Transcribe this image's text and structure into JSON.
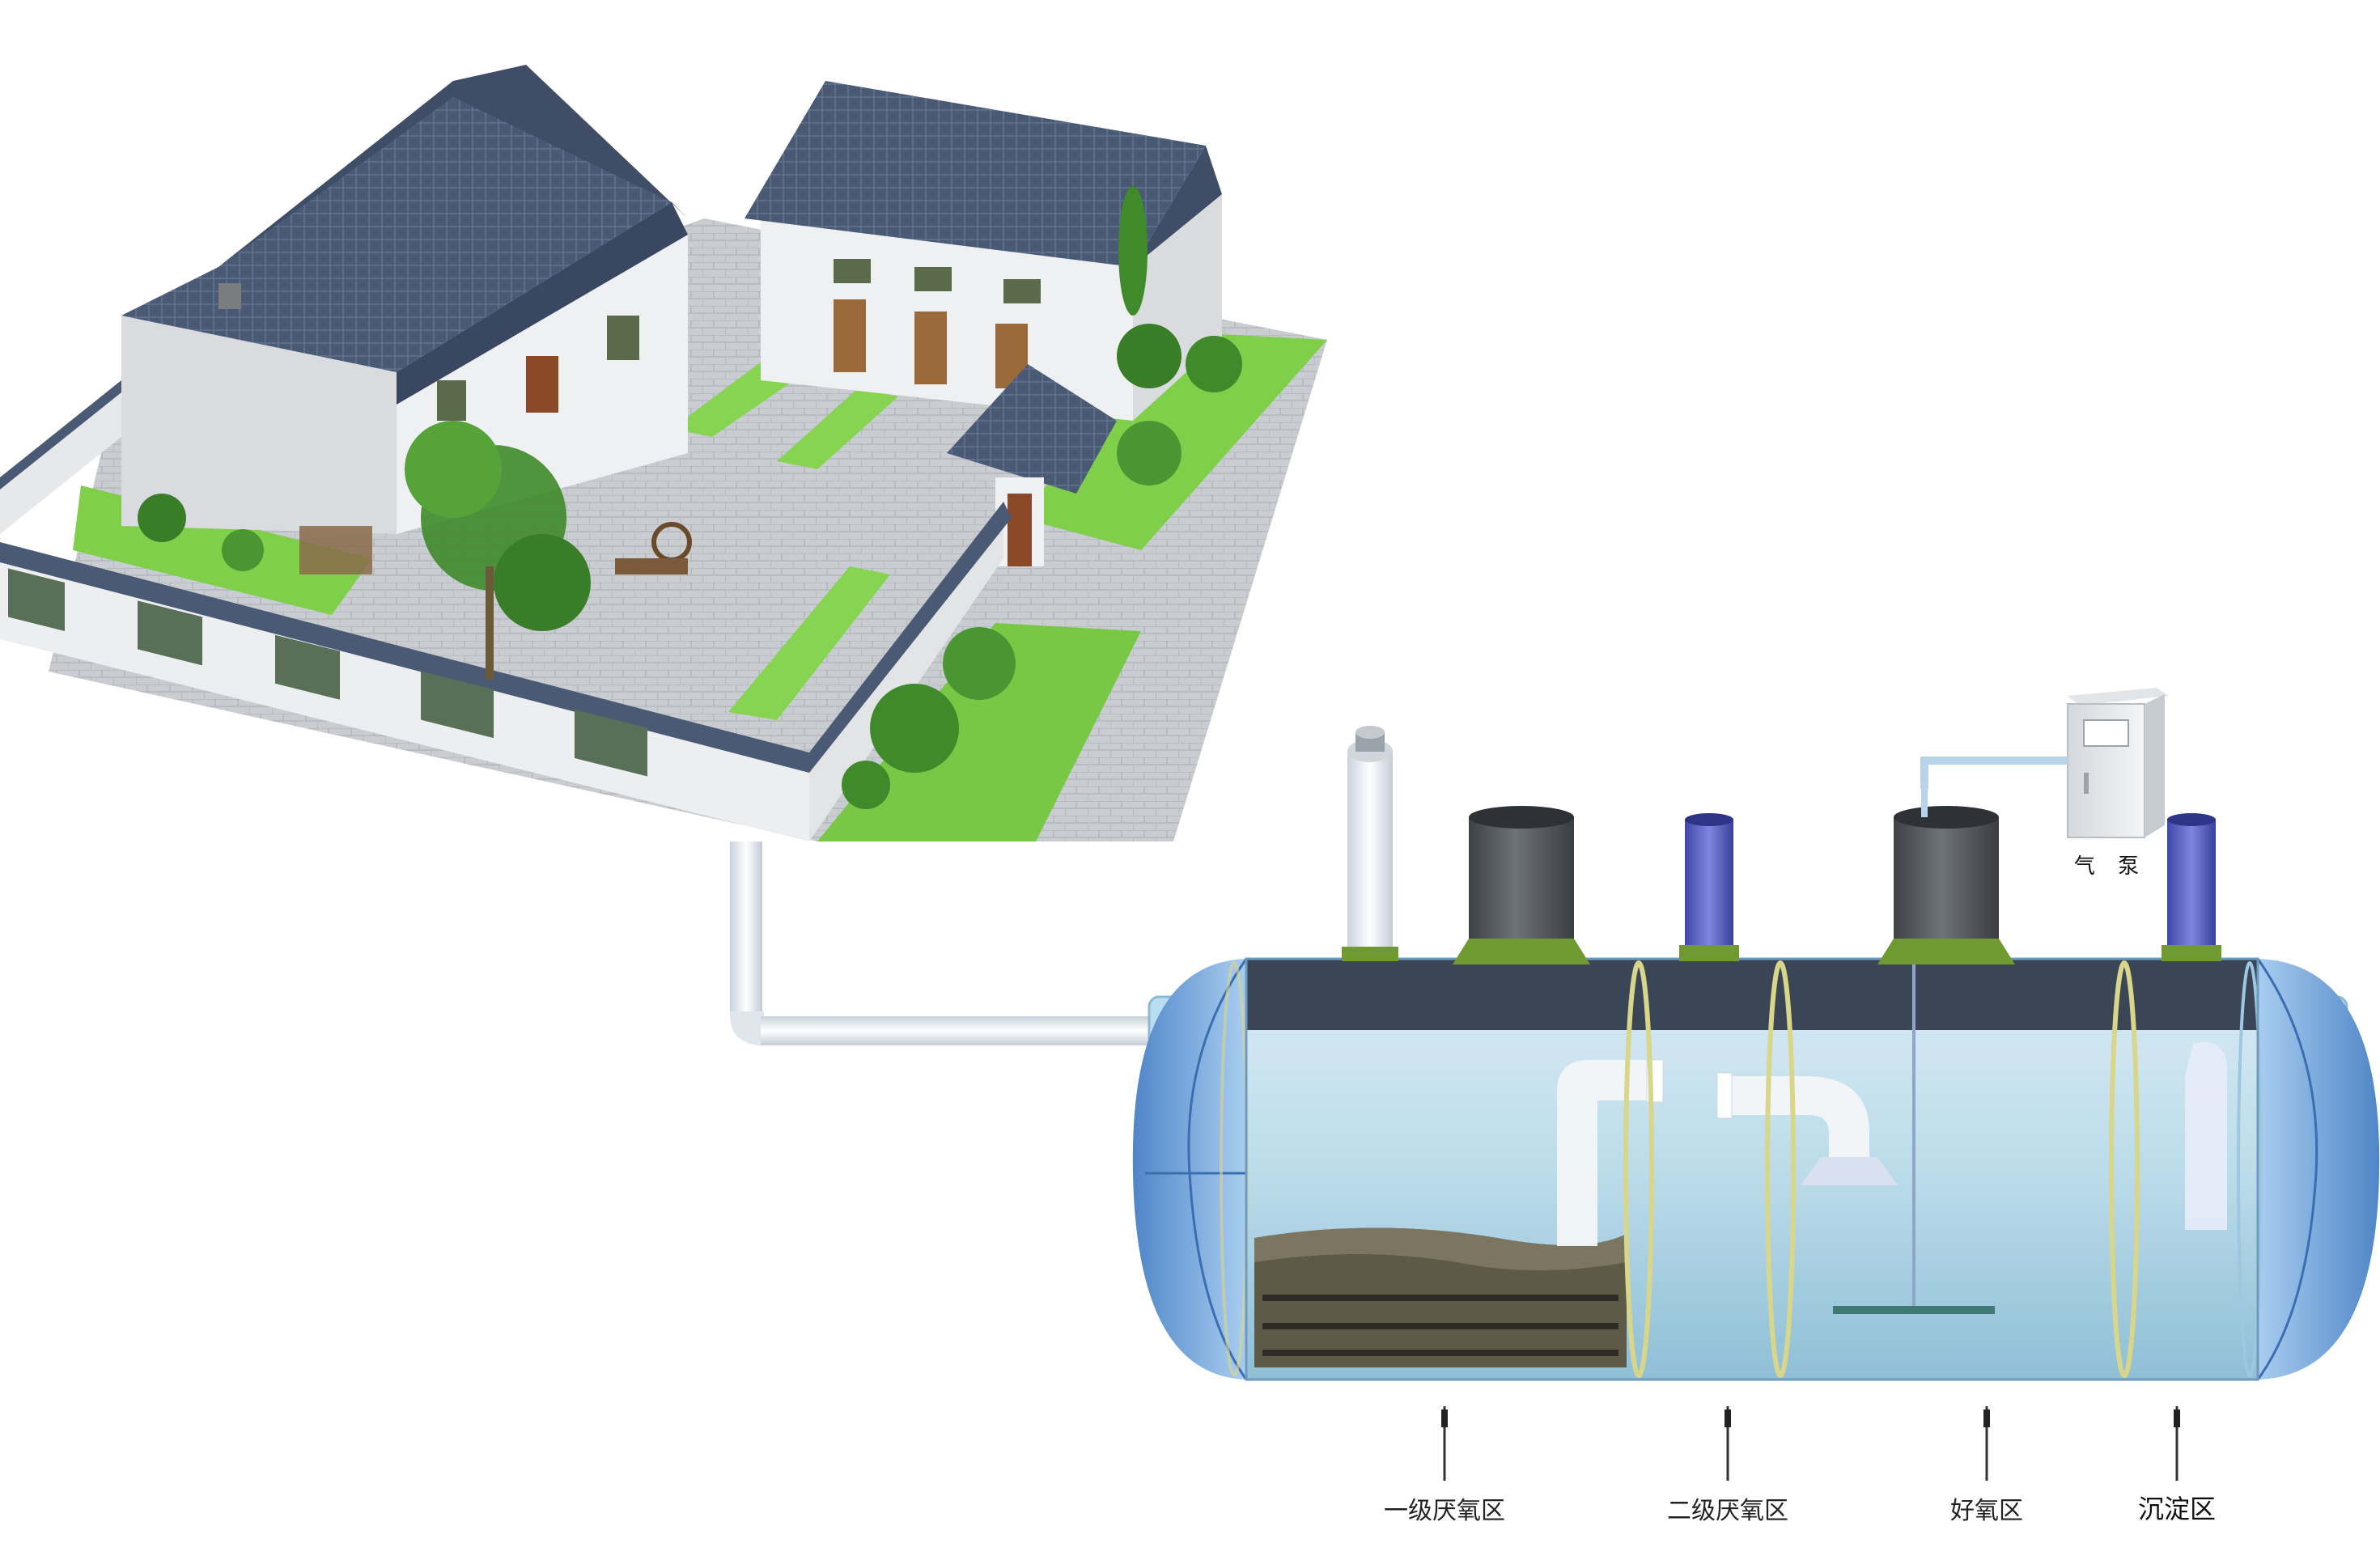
{
  "labels": {
    "air_pump": "气 泵",
    "zone_1": "一级厌氧区",
    "zone_2": "二级厌氧区",
    "zone_3": "好氧区",
    "zone_4": "沉淀区"
  },
  "colors": {
    "roof": "#4a5a74",
    "wall": "#eef0f2",
    "lawn": "#7fcf4a",
    "paving": "#c9ccd0",
    "tank_body": "#bcdcea",
    "tank_end": "#7fb0e0",
    "tank_top_band": "#3a4556",
    "pipe": "#eef2f6",
    "riser_dark": "#5d6166",
    "riser_blue": "#6a72c8",
    "collar_green": "#6f9a2f",
    "sludge": "#5e5a48",
    "baffle": "#d8d68a"
  }
}
